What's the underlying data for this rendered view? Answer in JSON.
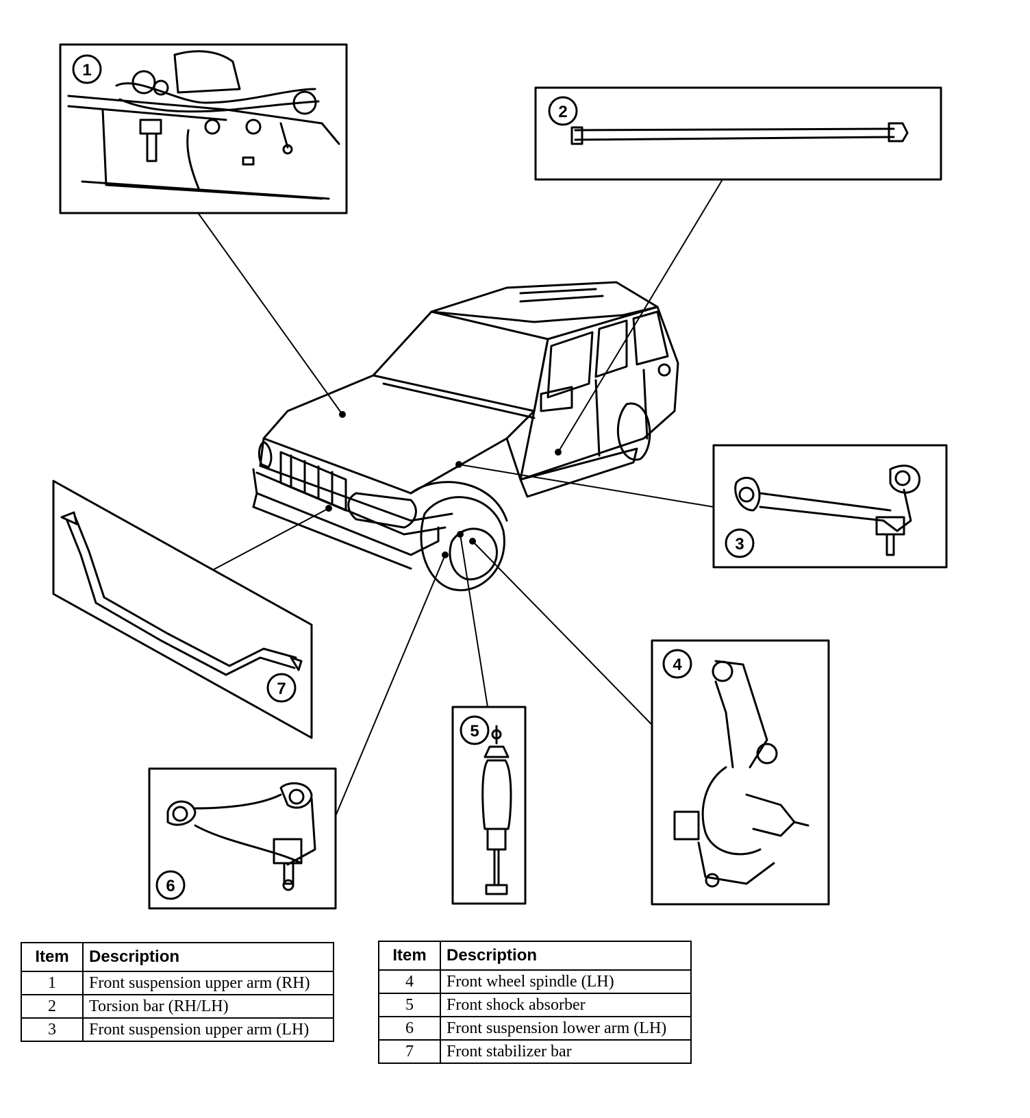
{
  "callouts": {
    "c1": "1",
    "c2": "2",
    "c3": "3",
    "c4": "4",
    "c5": "5",
    "c6": "6",
    "c7": "7"
  },
  "tables": {
    "left": {
      "header_item": "Item",
      "header_description": "Description",
      "rows": [
        {
          "item": "1",
          "description": "Front suspension upper arm (RH)"
        },
        {
          "item": "2",
          "description": "Torsion bar (RH/LH)"
        },
        {
          "item": "3",
          "description": "Front suspension upper arm (LH)"
        }
      ]
    },
    "right": {
      "header_item": "Item",
      "header_description": "Description",
      "rows": [
        {
          "item": "4",
          "description": "Front wheel spindle (LH)"
        },
        {
          "item": "5",
          "description": "Front shock absorber"
        },
        {
          "item": "6",
          "description": "Front suspension lower arm (LH)"
        },
        {
          "item": "7",
          "description": "Front stabilizer bar"
        }
      ]
    }
  }
}
